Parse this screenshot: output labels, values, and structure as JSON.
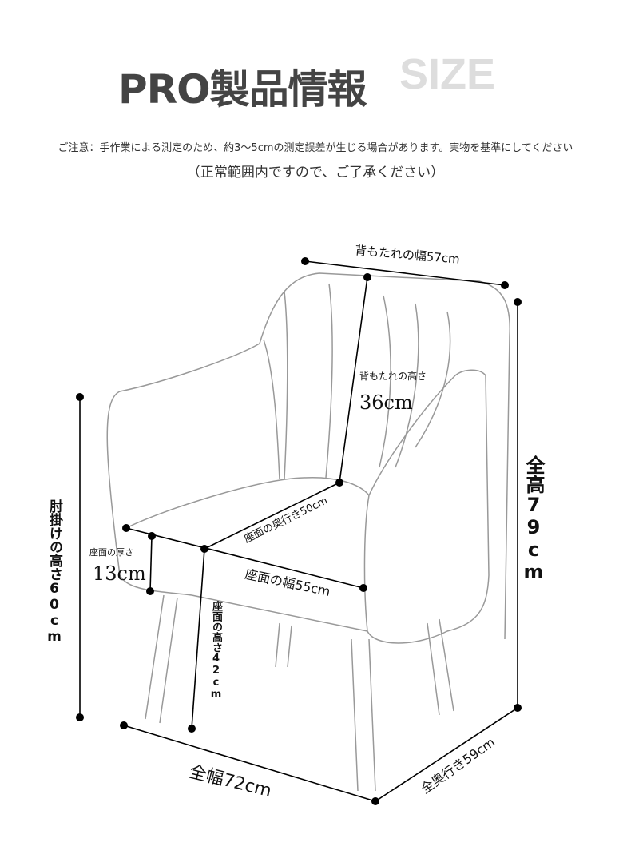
{
  "header": {
    "title": "PRO製品情報",
    "title_en": "SIZE"
  },
  "notice": {
    "line1": "ご注意：手作業による測定のため、約3〜5cmの測定誤差が生じる場合があります。実物を基準にしてください",
    "line2": "（正常範囲内ですので、ご了承ください）"
  },
  "dimensions": {
    "back_width": "背もたれの幅57cm",
    "back_height_label": "背もたれの高さ",
    "back_height_value": "36cm",
    "total_height": "全高79cm",
    "armrest_height": "肘掛けの高さ60cm",
    "seat_thickness_label": "座面の厚さ",
    "seat_thickness_value": "13cm",
    "seat_depth": "座面の奥行き50cm",
    "seat_width": "座面の幅55cm",
    "seat_height": "座面の高さ42cm",
    "total_width": "全幅72cm",
    "total_depth": "全奥行き59cm"
  }
}
